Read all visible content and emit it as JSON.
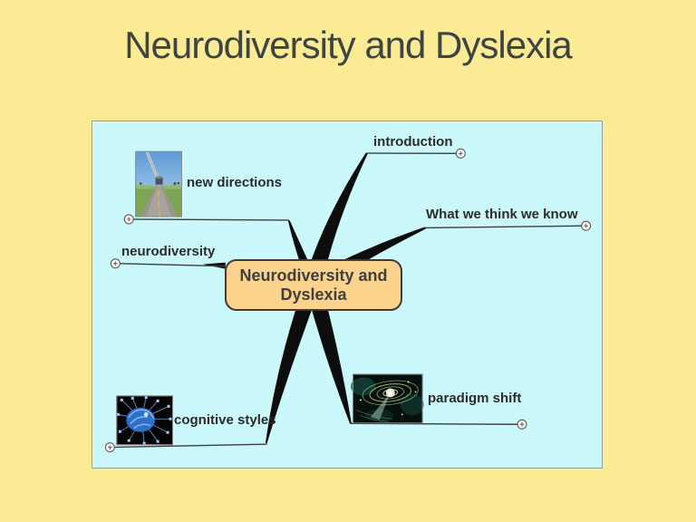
{
  "slide": {
    "title": "Neurodiversity and Dyslexia"
  },
  "mindmap": {
    "center_node": {
      "line1": "Neurodiversity and",
      "line2": "Dyslexia"
    },
    "branches": [
      {
        "id": "introduction",
        "label": "introduction",
        "expand_icon": "plus-circle-icon"
      },
      {
        "id": "what-we-think-we-know",
        "label": "What we think we know",
        "expand_icon": "plus-circle-icon"
      },
      {
        "id": "new-directions",
        "label": "new directions",
        "icon": "road-truck-photo",
        "expand_icon": "plus-circle-icon"
      },
      {
        "id": "neurodiversity",
        "label": "neurodiversity",
        "expand_icon": "plus-circle-icon"
      },
      {
        "id": "cognitive-styles",
        "label": "cognitive styles",
        "icon": "brain-network-photo",
        "expand_icon": "plus-circle-icon"
      },
      {
        "id": "paradigm-shift",
        "label": "paradigm shift",
        "icon": "galaxy-photo",
        "expand_icon": "plus-circle-icon"
      }
    ],
    "colors": {
      "page_background": "#FAEB94",
      "panel_background": "#CBF8FB",
      "node_fill": "#FBD38D",
      "node_border": "#3B3B3B",
      "branch_line": "#0D0D0D",
      "title_text": "#3D4443"
    }
  }
}
